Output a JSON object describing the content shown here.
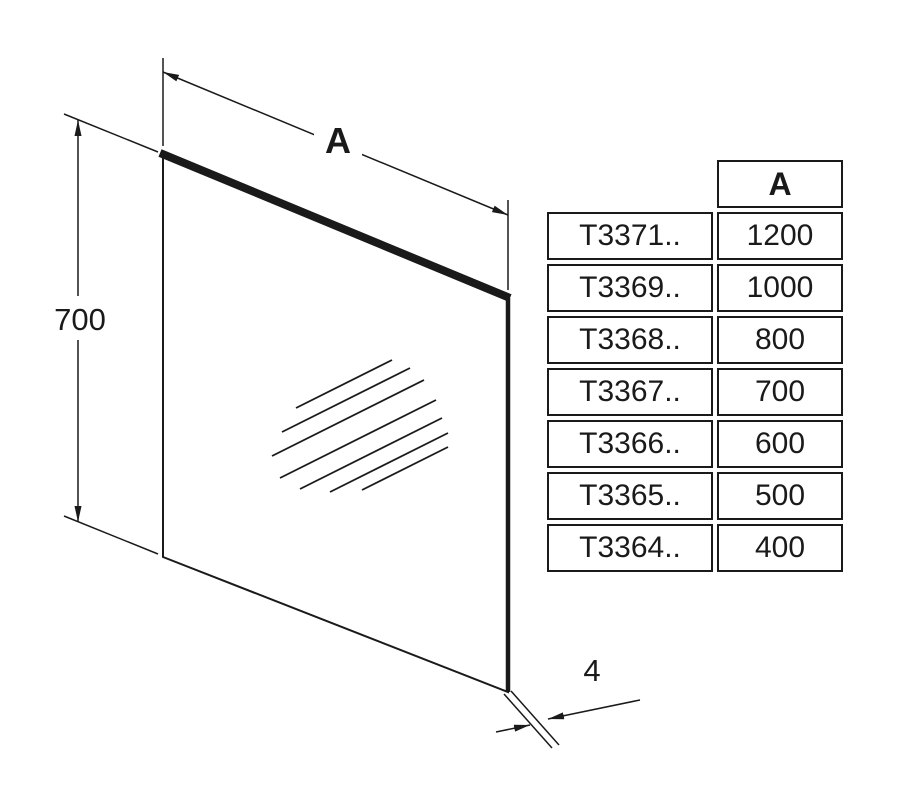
{
  "drawing": {
    "dim_width_label": "A",
    "dim_height_label": "700",
    "dim_thickness_label": "4"
  },
  "table": {
    "header": "A",
    "rows": [
      {
        "code": "T3371..",
        "value": "1200"
      },
      {
        "code": "T3369..",
        "value": "1000"
      },
      {
        "code": "T3368..",
        "value": "800"
      },
      {
        "code": "T3367..",
        "value": "700"
      },
      {
        "code": "T3366..",
        "value": "600"
      },
      {
        "code": "T3365..",
        "value": "500"
      },
      {
        "code": "T3364..",
        "value": "400"
      }
    ]
  }
}
